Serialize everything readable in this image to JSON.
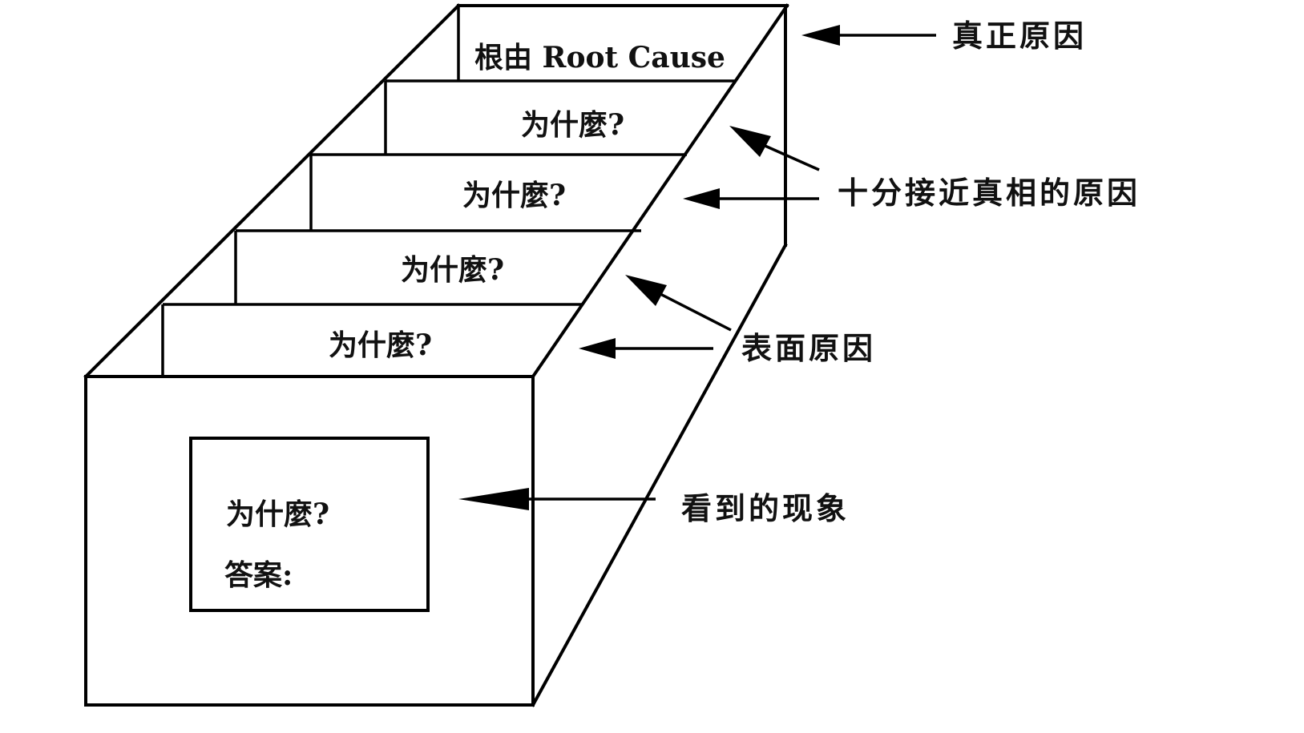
{
  "diagram": {
    "title": "5 Why root cause analysis staircase",
    "steps": [
      {
        "label": "根由 Root Cause"
      },
      {
        "label": "为什麼?"
      },
      {
        "label": "为什麼?"
      },
      {
        "label": "为什麼?"
      },
      {
        "label": "为什麼?"
      }
    ],
    "front_box": {
      "question": "为什麼?",
      "answer_label": "答案:"
    },
    "annotations": [
      {
        "label": "真正原因",
        "points_to": "根由 Root Cause"
      },
      {
        "label": "十分接近真相的原因",
        "points_to": "upper 为什麼? steps"
      },
      {
        "label": "表面原因",
        "points_to": "lower 为什麼? steps"
      },
      {
        "label": "看到的现象",
        "points_to": "front box"
      }
    ],
    "colors": {
      "line": "#000000",
      "background": "#ffffff"
    }
  }
}
